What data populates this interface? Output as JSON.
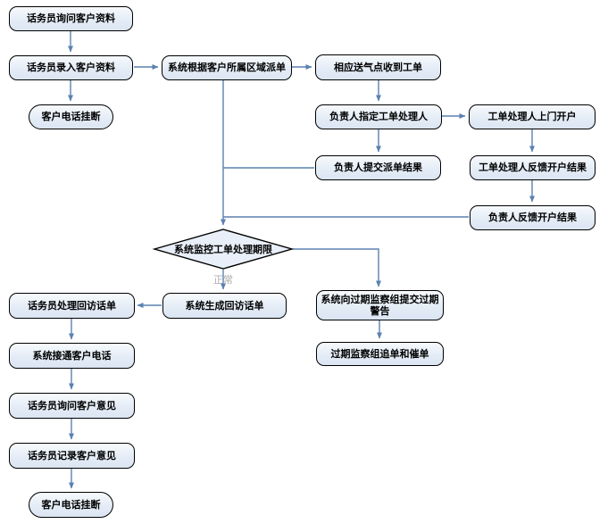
{
  "diagram": {
    "type": "flowchart",
    "background": "#ffffff",
    "colors": {
      "node_fill": "#e4ecf6",
      "node_border": "#000000",
      "connector": "#5b81b1",
      "edge_label_color": "#ababab"
    },
    "nodes": {
      "ask_customer_info": {
        "label": "话务员询问客户资料",
        "shape": "rounded-rect"
      },
      "enter_customer_info": {
        "label": "话务员录入客户资料",
        "shape": "rounded-rect"
      },
      "hangup_after_entry": {
        "label": "客户电话挂断",
        "shape": "stadium"
      },
      "dispatch_by_region": {
        "label": "系统根据客户所属区域派单",
        "shape": "rounded-rect"
      },
      "gas_point_receives_order": {
        "label": "相应送气点收到工单",
        "shape": "rounded-rect"
      },
      "assign_order_handler": {
        "label": "负责人指定工单处理人",
        "shape": "rounded-rect"
      },
      "handler_onsite_account": {
        "label": "工单处理人上门开户",
        "shape": "rounded-rect"
      },
      "submit_dispatch_result": {
        "label": "负责人提交派单结果",
        "shape": "rounded-rect"
      },
      "handler_feedback_result": {
        "label": "工单处理人反馈开户结果",
        "shape": "rounded-rect"
      },
      "leader_feedback_result": {
        "label": "负责人反馈开户结果",
        "shape": "rounded-rect"
      },
      "monitor_order_deadline": {
        "label": "系统监控工单处理期限",
        "shape": "diamond"
      },
      "overdue_warning": {
        "label": "系统向过期监察组提交过期警告",
        "shape": "rounded-rect"
      },
      "overdue_chasing": {
        "label": "过期监察组追单和催单",
        "shape": "rounded-rect"
      },
      "generate_callback_sheet": {
        "label": "系统生成回访话单",
        "shape": "rounded-rect"
      },
      "handle_callback_sheet": {
        "label": "话务员处理回访话单",
        "shape": "rounded-rect"
      },
      "connect_customer_phone": {
        "label": "系统接通客户电话",
        "shape": "rounded-rect"
      },
      "ask_customer_opinion": {
        "label": "话务员询问客户意见",
        "shape": "rounded-rect"
      },
      "record_customer_opinion": {
        "label": "话务员记录客户意见",
        "shape": "rounded-rect"
      },
      "hangup_after_callback": {
        "label": "客户电话挂断",
        "shape": "stadium"
      }
    },
    "edge_labels": {
      "normal": "正常"
    }
  }
}
